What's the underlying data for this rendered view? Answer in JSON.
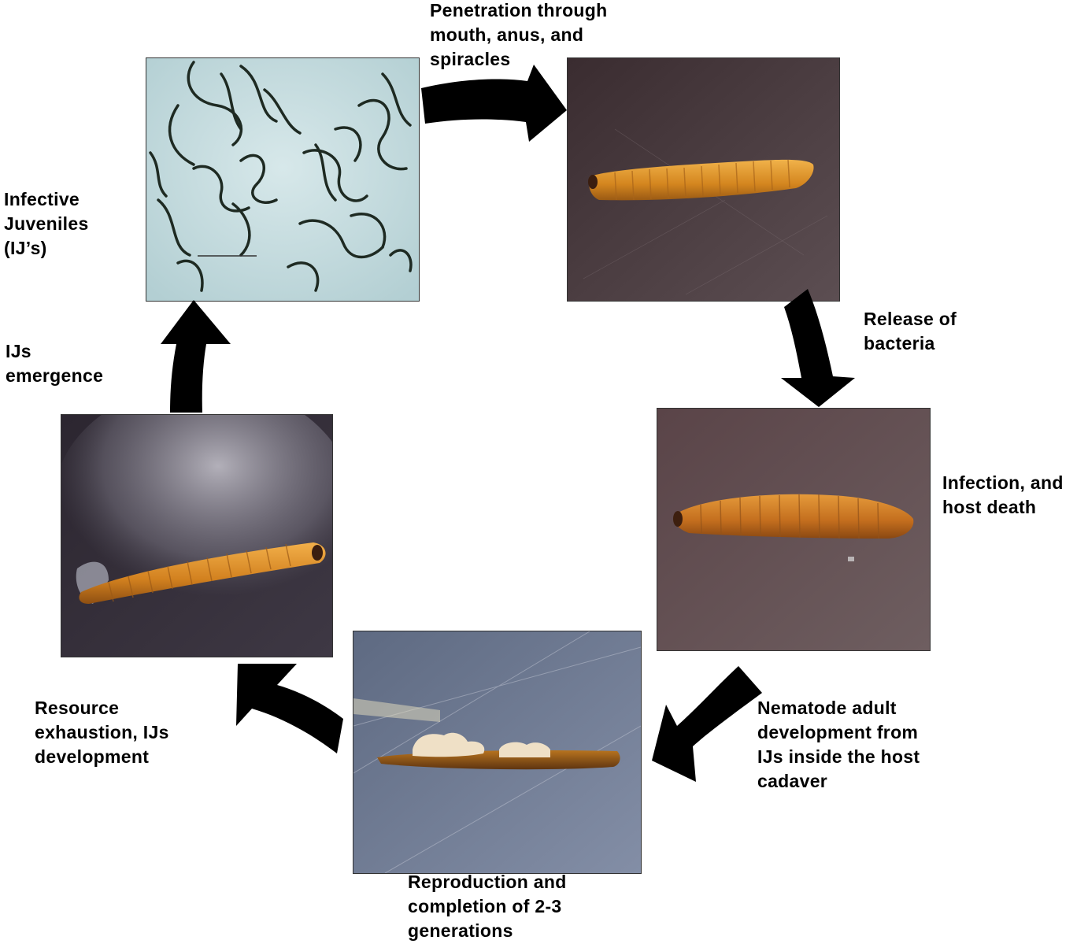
{
  "stages": [
    {
      "id": "infective-juveniles",
      "lines": [
        "Infective",
        "Juveniles",
        "(IJ’s)"
      ]
    },
    {
      "id": "penetration",
      "lines": [
        "Penetration through",
        "mouth, anus, and",
        "spiracles"
      ]
    },
    {
      "id": "release-bacteria",
      "lines": [
        "Release of",
        "bacteria"
      ]
    },
    {
      "id": "infection-death",
      "lines": [
        "Infection, and",
        "host death"
      ]
    },
    {
      "id": "adult-development",
      "lines": [
        "Nematode adult",
        "development from",
        "IJs inside the host",
        "cadaver"
      ]
    },
    {
      "id": "reproduction",
      "lines": [
        "Reproduction and",
        "completion of 2-3",
        "generations"
      ]
    },
    {
      "id": "resource-exhaustion",
      "lines": [
        "Resource",
        "exhaustion, IJs",
        "development"
      ]
    },
    {
      "id": "ijs-emergence",
      "lines": [
        "IJs",
        "emergence"
      ]
    }
  ],
  "colors": {
    "arrow": "#000000",
    "larva": "#d88a2a",
    "juvenile-bg": "#c9dcdf",
    "dark-bg": "#4a4048"
  }
}
